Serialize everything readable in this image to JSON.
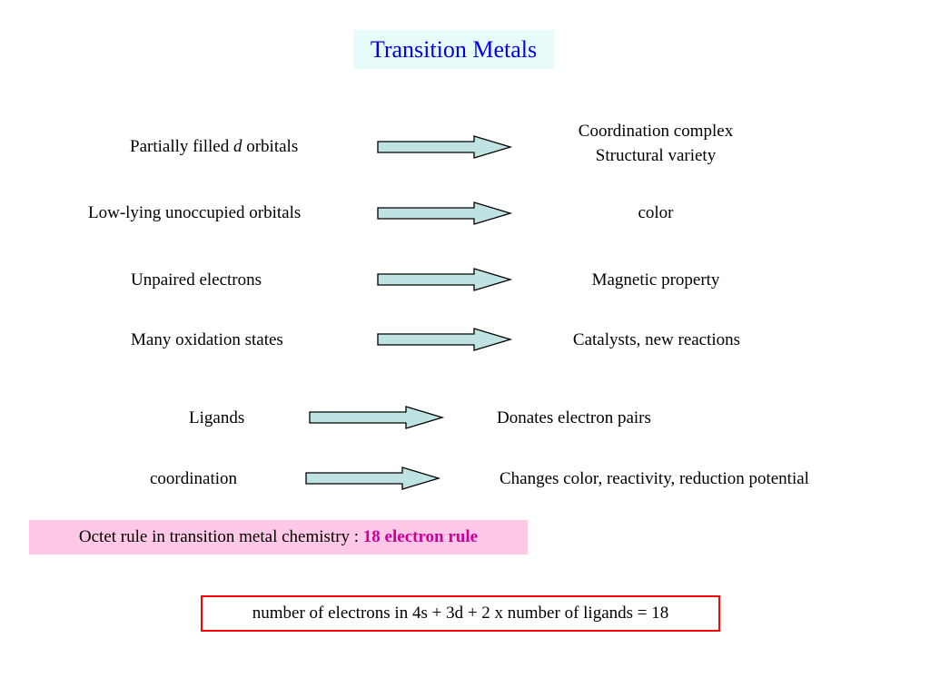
{
  "slide": {
    "title": "Transition Metals",
    "rows": [
      {
        "cause_prefix": "Partially filled ",
        "cause_italic": "d",
        "cause_suffix": " orbitals",
        "effect_line1": "Coordination complex",
        "effect_line2": "Structural variety"
      },
      {
        "cause": "Low-lying unoccupied orbitals",
        "effect": "color"
      },
      {
        "cause": "Unpaired electrons",
        "effect": "Magnetic property"
      },
      {
        "cause": "Many oxidation states",
        "effect": "Catalysts, new reactions"
      },
      {
        "cause": "Ligands",
        "effect": "Donates electron pairs"
      },
      {
        "cause": "coordination",
        "effect": "Changes color, reactivity, reduction potential"
      }
    ],
    "octet": {
      "text": "Octet rule in transition metal chemistry : ",
      "highlight": "18 electron rule"
    },
    "rule_box": "number of electrons in 4s + 3d + 2 x number of ligands = 18",
    "colors": {
      "title": "#0000ee",
      "title_bg": "#e8fbfb",
      "arrow_fill": "#bfe3e3",
      "octet_bg": "#ffc8e6",
      "highlight": "#cc0099",
      "rule_border": "#ff0000"
    }
  }
}
